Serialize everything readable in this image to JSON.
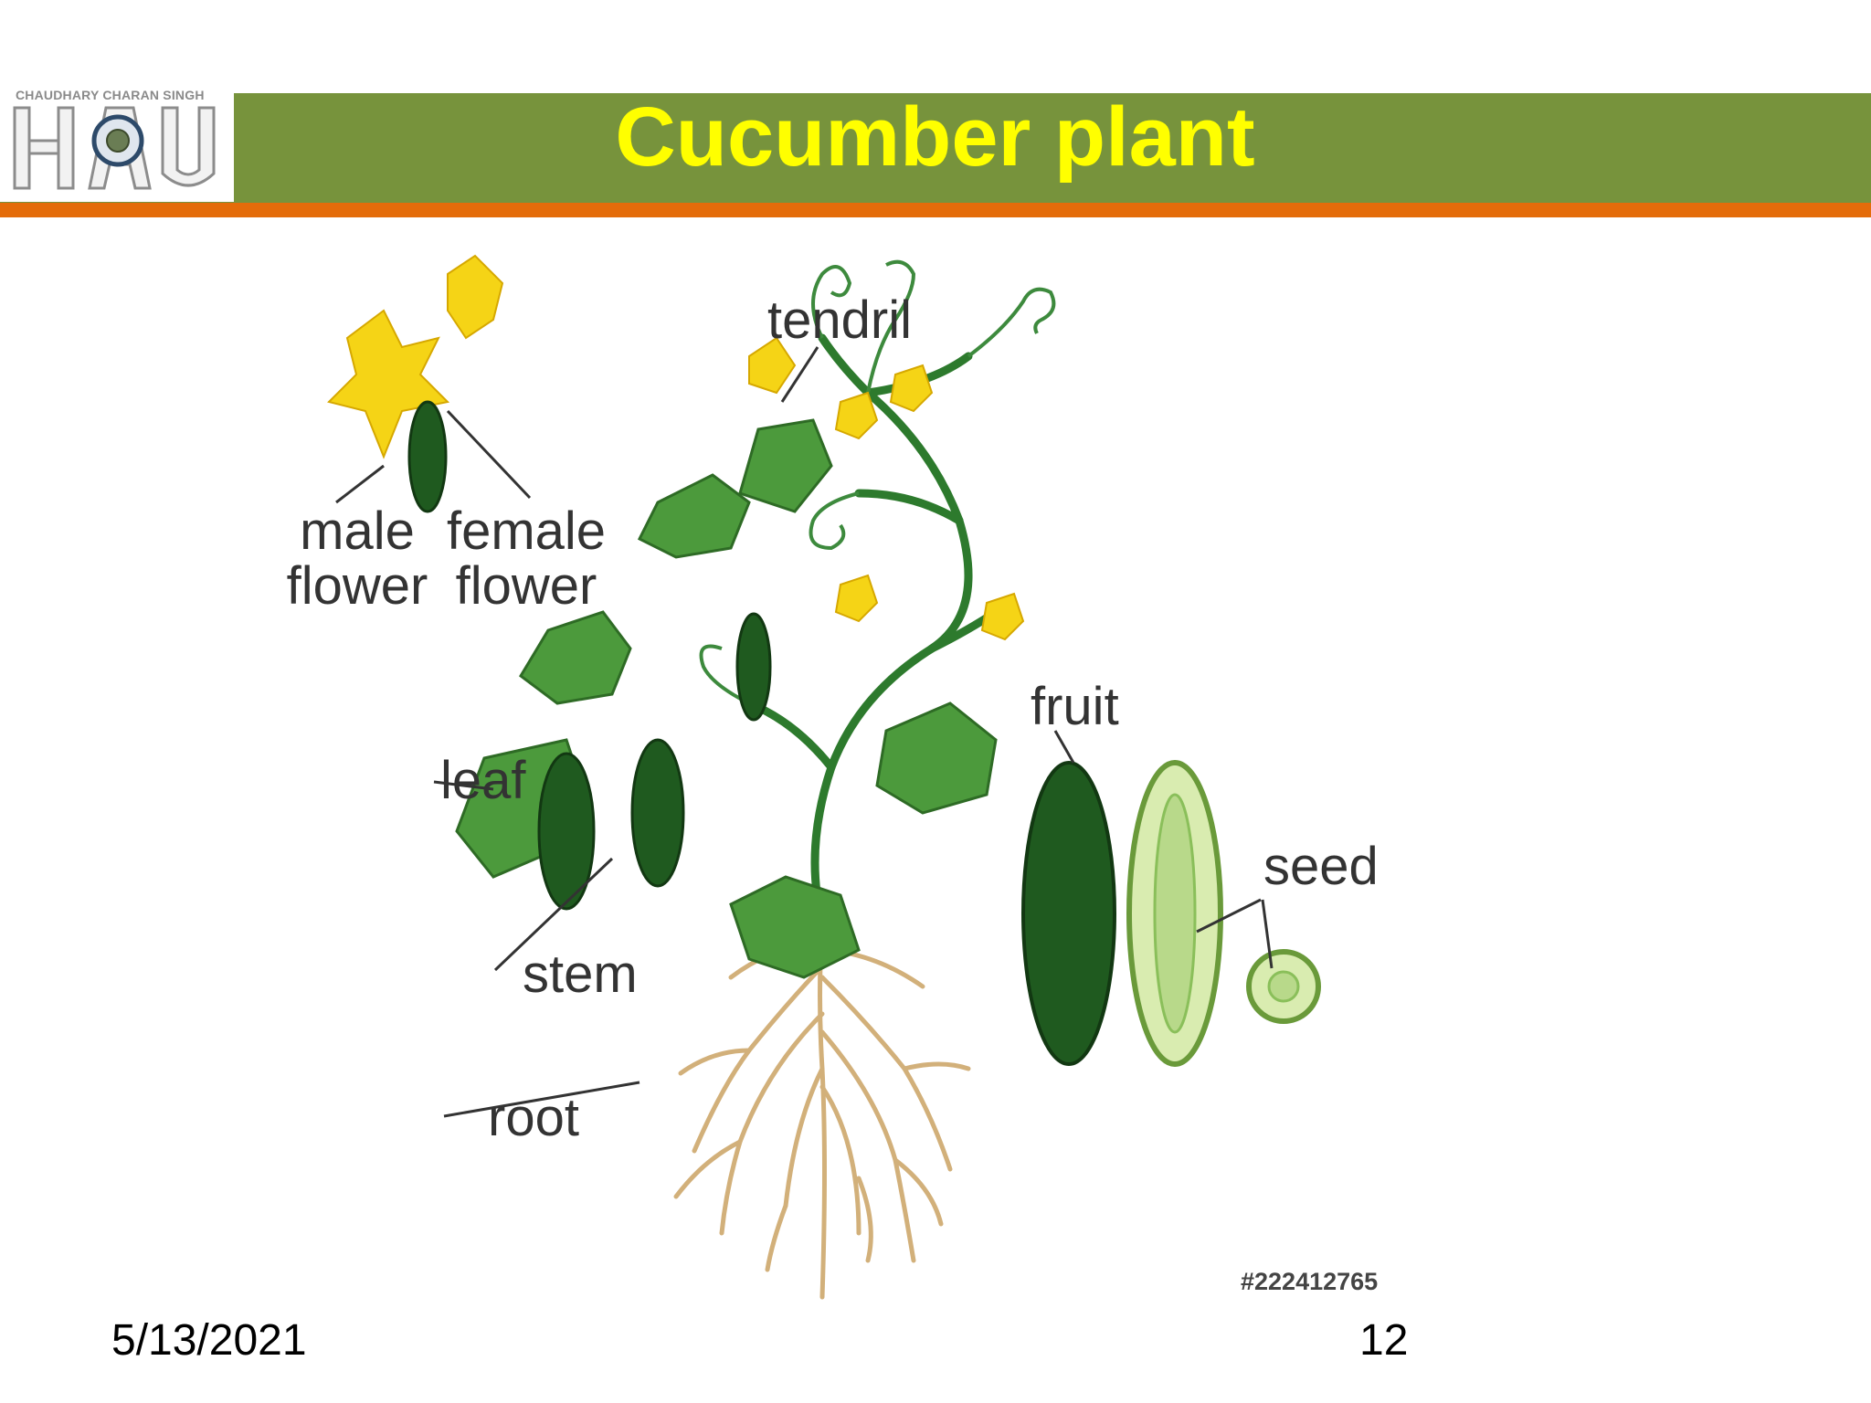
{
  "logo": {
    "caption": "CHAUDHARY CHARAN SINGH",
    "letters": "HAU"
  },
  "slide": {
    "title": "Cucumber plant"
  },
  "diagram": {
    "labels": {
      "male_flower_line1": "male",
      "male_flower_line2": "flower",
      "female_flower_line1": "female",
      "female_flower_line2": "flower",
      "tendril": "tendril",
      "fruit": "fruit",
      "leaf": "leaf",
      "seed": "seed",
      "stem": "stem",
      "root": "root"
    },
    "stock_id": "#222412765"
  },
  "footer": {
    "date": "5/13/2021",
    "page_number": "12"
  }
}
